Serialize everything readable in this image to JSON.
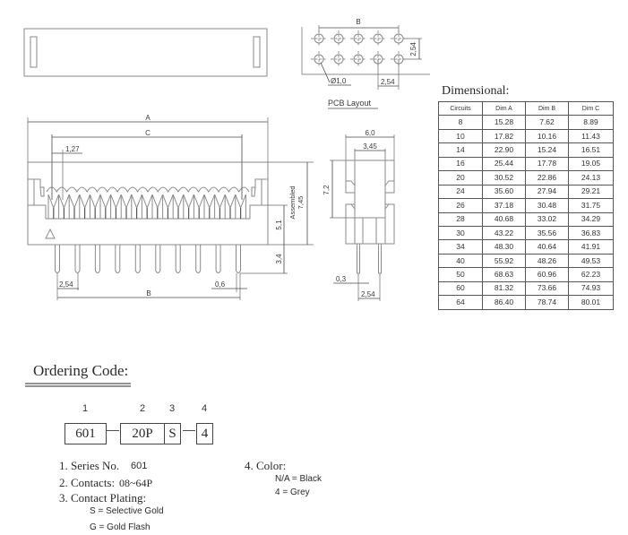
{
  "drawings": {
    "pcb_layout": {
      "title": "PCB Layout",
      "dim_b": "B",
      "row_pitch": "2,54",
      "col_pitch": "2,54",
      "hole_diameter": "Ø1,0"
    },
    "front_view": {
      "dim_a": "A",
      "dim_c": "C",
      "dim_half_pitch": "1,27",
      "dim_pitch": "2,54",
      "dim_pin_width": "0,6",
      "dim_b": "B",
      "assembled_label": "Assembled",
      "assembled_value": "7,45",
      "dim_body_height": "5,1",
      "dim_pin_length": "3,4"
    },
    "side_view": {
      "dim_width": "6,0",
      "dim_inner": "3,45",
      "dim_height": "7,2",
      "dim_pin_thickness": "0,3",
      "dim_pitch": "2,54"
    }
  },
  "dimensional": {
    "title": "Dimensional:",
    "headers": [
      "Circuits",
      "Dim A",
      "Dim B",
      "Dim C"
    ],
    "rows": [
      [
        "8",
        "15.28",
        "7.62",
        "8.89"
      ],
      [
        "10",
        "17.82",
        "10.16",
        "11.43"
      ],
      [
        "14",
        "22.90",
        "15.24",
        "16.51"
      ],
      [
        "16",
        "25.44",
        "17.78",
        "19.05"
      ],
      [
        "20",
        "30.52",
        "22.86",
        "24.13"
      ],
      [
        "24",
        "35.60",
        "27.94",
        "29.21"
      ],
      [
        "26",
        "37.18",
        "30.48",
        "31.75"
      ],
      [
        "28",
        "40.68",
        "33.02",
        "34.29"
      ],
      [
        "30",
        "43.22",
        "35.56",
        "36.83"
      ],
      [
        "34",
        "48.30",
        "40.64",
        "41.91"
      ],
      [
        "40",
        "55.92",
        "48.26",
        "49.53"
      ],
      [
        "50",
        "68.63",
        "60.96",
        "62.23"
      ],
      [
        "60",
        "81.32",
        "73.66",
        "74.93"
      ],
      [
        "64",
        "86.40",
        "78.74",
        "80.01"
      ]
    ]
  },
  "ordering": {
    "title": "Ordering Code:",
    "positions": [
      "1",
      "2",
      "3",
      "4"
    ],
    "code": {
      "series": "601",
      "contacts": "20P",
      "plating": "S",
      "color": "4",
      "separator": "—"
    },
    "legend": {
      "series_label": "1. Series No.",
      "series_value": "601",
      "contacts_label": "2. Contacts:",
      "contacts_value": "08~64P",
      "plating_label": "3. Contact Plating:",
      "plating_options": [
        "S = Selective Gold",
        "G = Gold Flash"
      ],
      "color_label": "4. Color:",
      "color_options": [
        "N/A = Black",
        "4 = Grey"
      ]
    }
  }
}
